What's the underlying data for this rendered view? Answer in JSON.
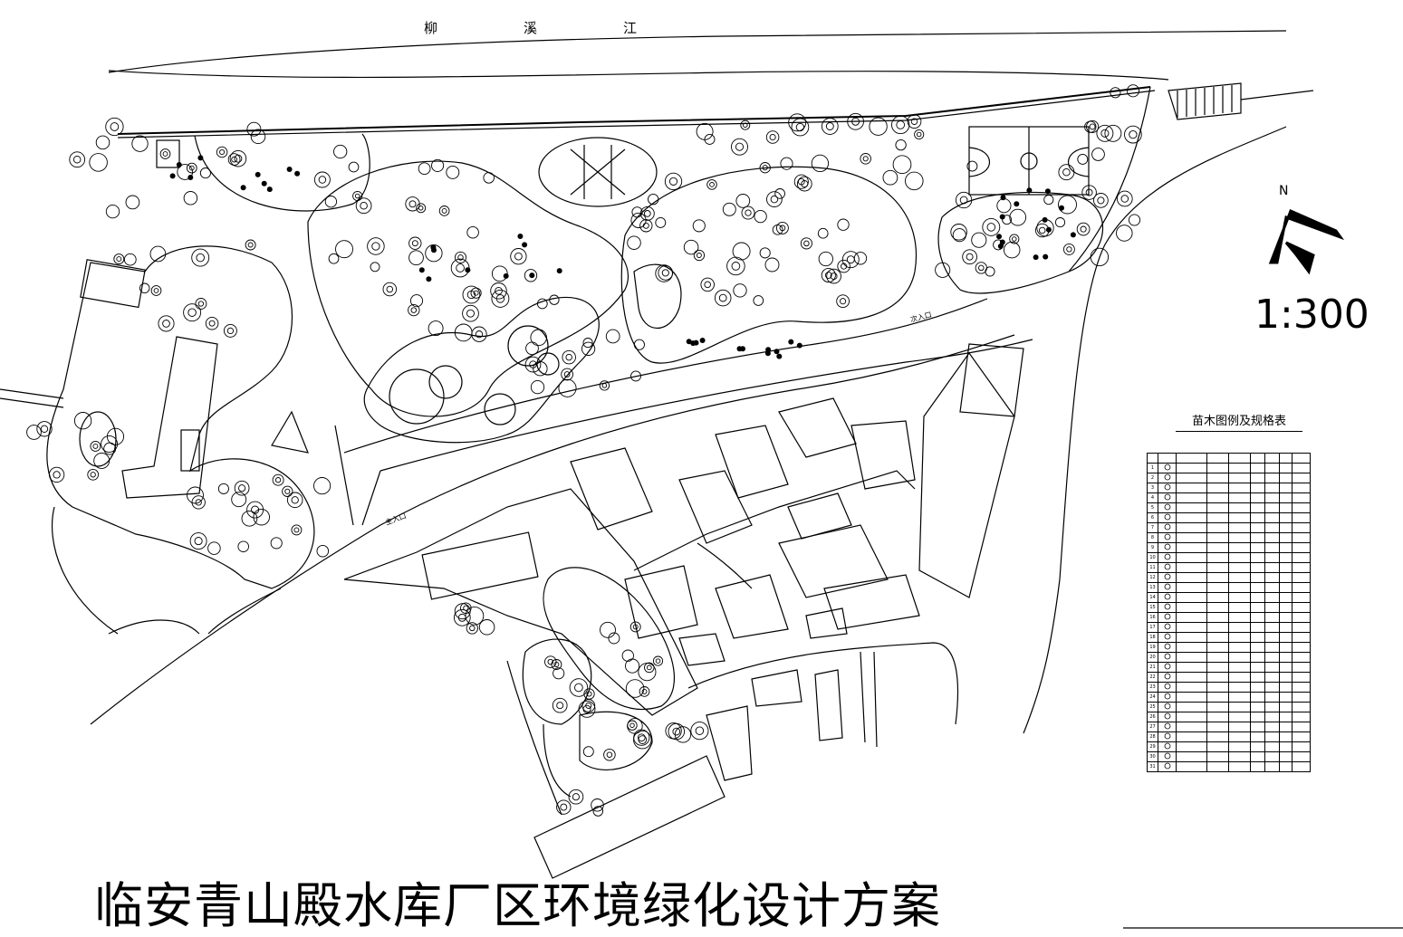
{
  "drawing": {
    "title": "临安青山殿水库厂区环境绿化设计方案",
    "scale": "1:300",
    "north_label": "N",
    "river": {
      "chars": [
        "柳",
        "溪",
        "江"
      ]
    },
    "legend_title": "苗木图例及规格表"
  },
  "labels": [
    {
      "id": "main-entrance",
      "text": "主入口"
    },
    {
      "id": "side-entrance",
      "text": "次入口"
    }
  ],
  "legend_rows": [
    "1",
    "2",
    "3",
    "4",
    "5",
    "6",
    "7",
    "8",
    "9",
    "10",
    "11",
    "12",
    "13",
    "14",
    "15",
    "16",
    "17",
    "18",
    "19",
    "20",
    "21",
    "22",
    "23",
    "24",
    "25",
    "26",
    "27",
    "28",
    "29",
    "30",
    "31"
  ]
}
